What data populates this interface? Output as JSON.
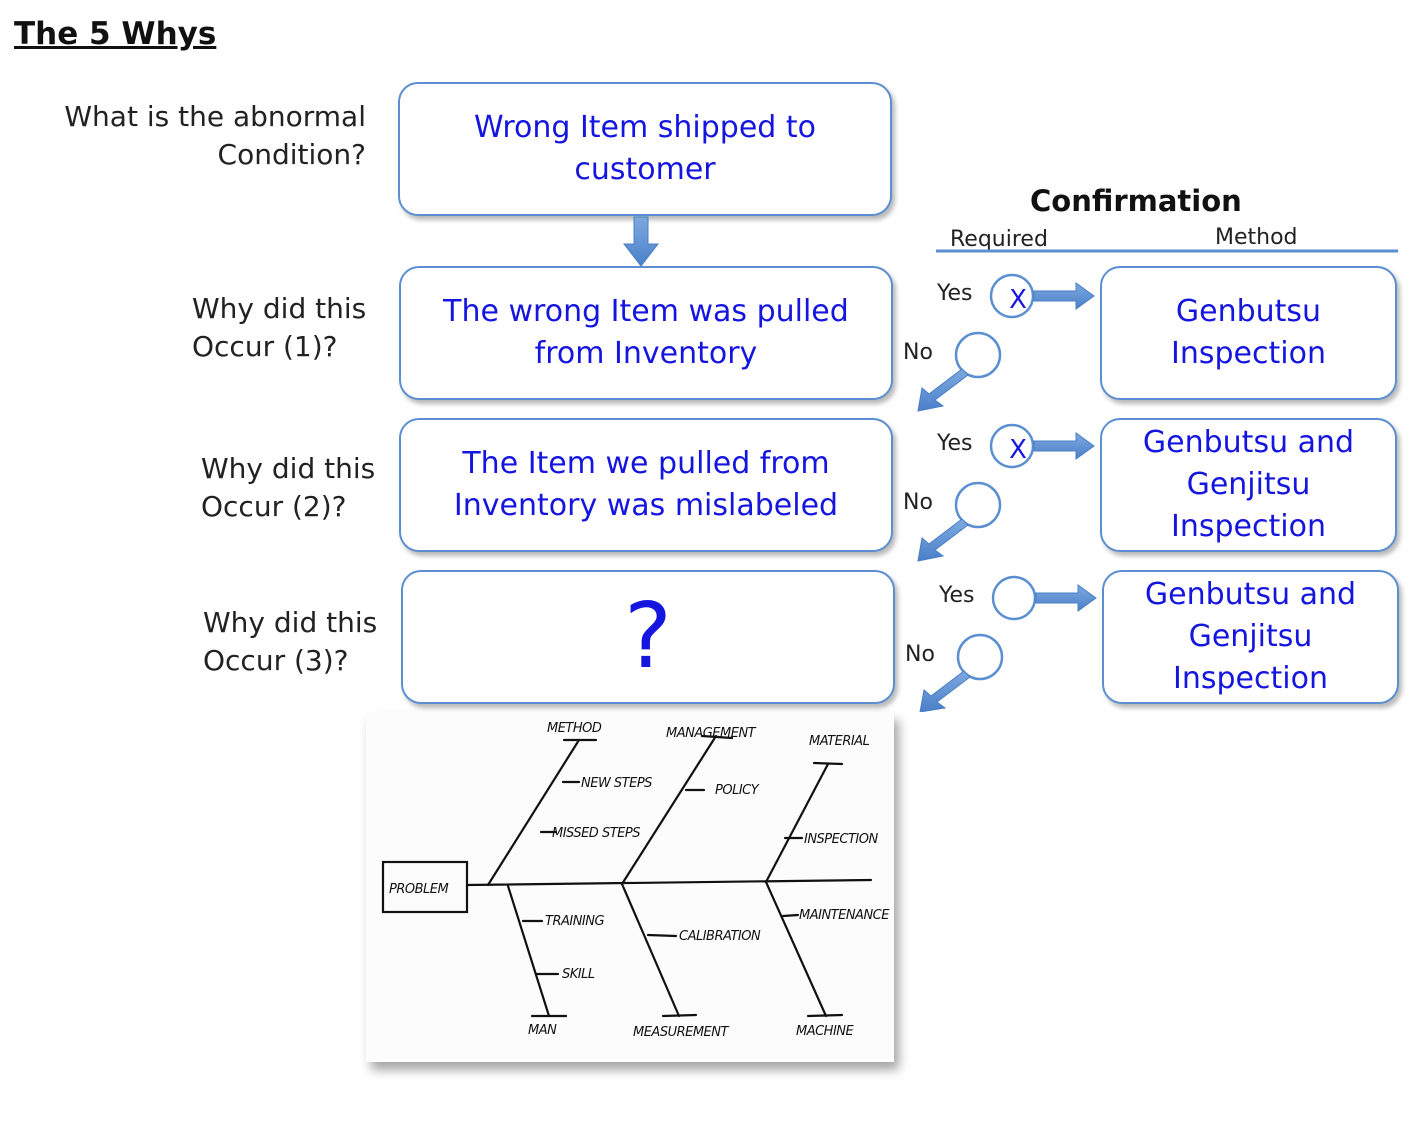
{
  "title": "The 5 Whys",
  "steps": [
    {
      "question_line1": "What is the abnormal",
      "question_line2": "Condition?",
      "answer_line1": "Wrong Item shipped to",
      "answer_line2": "customer"
    },
    {
      "question_line1": "Why did this",
      "question_line2": "Occur (1)?",
      "answer_line1": "The wrong Item was pulled",
      "answer_line2": "from Inventory"
    },
    {
      "question_line1": "Why did this",
      "question_line2": "Occur (2)?",
      "answer_line1": "The Item we pulled from",
      "answer_line2": "Inventory was mislabeled"
    },
    {
      "question_line1": "Why did this",
      "question_line2": "Occur (3)?",
      "answer": "?"
    }
  ],
  "confirmation": {
    "title": "Confirmation",
    "col_required": "Required",
    "col_method": "Method",
    "yes_label": "Yes",
    "no_label": "No",
    "check_mark": "X",
    "rows": [
      {
        "checked": true,
        "method_lines": [
          "Genbutsu",
          "Inspection"
        ]
      },
      {
        "checked": true,
        "method_lines": [
          "Genbutsu and",
          "Genjitsu",
          "Inspection"
        ]
      },
      {
        "checked": false,
        "method_lines": [
          "Genbutsu and",
          "Genjitsu",
          "Inspection"
        ]
      }
    ]
  },
  "fishbone": {
    "problem": "PROBLEM",
    "categories": [
      "METHOD",
      "MANAGEMENT",
      "MATERIAL",
      "MAN",
      "MEASUREMENT",
      "MACHINE"
    ],
    "causes": [
      "NEW STEPS",
      "MISSED STEPS",
      "POLICY",
      "INSPECTION",
      "TRAINING",
      "SKILL",
      "CALIBRATION",
      "MAINTENANCE"
    ]
  },
  "colors": {
    "box_border": "#5b8fd1",
    "answer_text": "#1515e0",
    "arrow": "#5b8fd1"
  }
}
